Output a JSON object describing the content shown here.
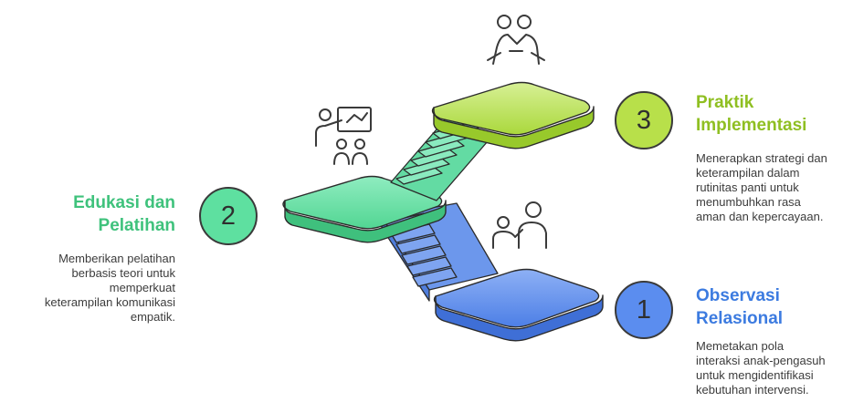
{
  "steps": [
    {
      "number": "1",
      "title_lines": [
        "Observasi",
        "Relasional"
      ],
      "desc_lines": [
        "Memetakan pola",
        "interaksi anak-pengasuh",
        "untuk mengidentifikasi",
        "kebutuhan intervensi."
      ],
      "color": "#5b8def",
      "icon": "caregiver-child-icon"
    },
    {
      "number": "2",
      "title_lines": [
        "Edukasi dan",
        "Pelatihan"
      ],
      "desc_lines": [
        "Memberikan pelatihan",
        "berbasis teori untuk",
        "memperkuat",
        "keterampilan komunikasi",
        "empatik."
      ],
      "color": "#5ee0a0",
      "icon": "presentation-icon"
    },
    {
      "number": "3",
      "title_lines": [
        "Praktik",
        "Implementasi"
      ],
      "desc_lines": [
        "Menerapkan strategi dan",
        "keterampilan dalam",
        "rutinitas panti untuk",
        "menumbuhkan rasa",
        "aman dan kepercayaan."
      ],
      "color": "#b8e04a",
      "icon": "people-together-icon"
    }
  ],
  "colors": {
    "blue": "#5b8def",
    "green": "#5ee0a0",
    "lime": "#b8e04a",
    "title_blue": "#3c7be0",
    "title_green": "#3fc27c",
    "title_lime": "#8fbf22"
  }
}
